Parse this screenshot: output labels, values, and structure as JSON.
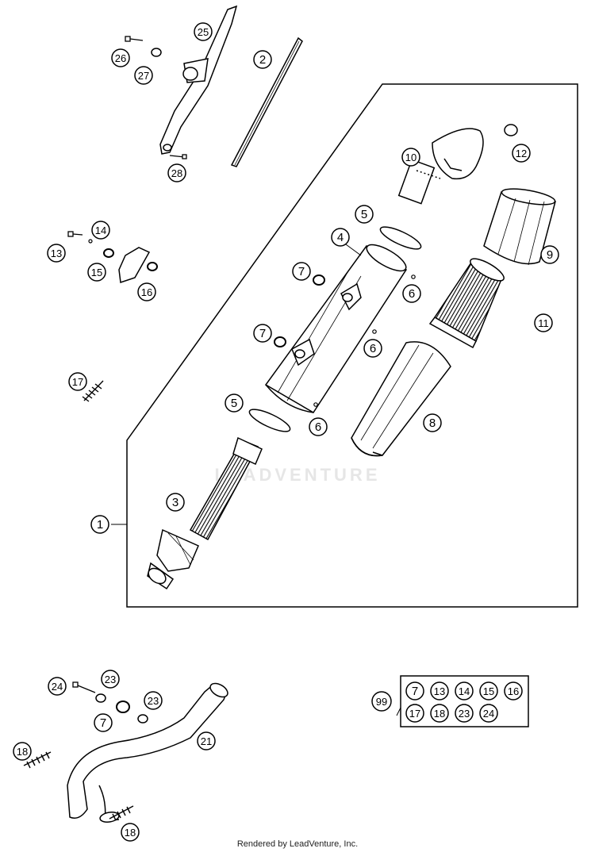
{
  "callouts": {
    "c1": "1",
    "c2": "2",
    "c3": "3",
    "c4": "4",
    "c5a": "5",
    "c5b": "5",
    "c6a": "6",
    "c6b": "6",
    "c6c": "6",
    "c7a": "7",
    "c7b": "7",
    "c7c": "7",
    "c8": "8",
    "c9": "9",
    "c10": "10",
    "c11": "11",
    "c12": "12",
    "c13": "13",
    "c14": "14",
    "c15": "15",
    "c16": "16",
    "c17": "17",
    "c18a": "18",
    "c18b": "18",
    "c21": "21",
    "c23a": "23",
    "c23b": "23",
    "c24": "24",
    "c25": "25",
    "c26": "26",
    "c27": "27",
    "c28": "28"
  },
  "kit": {
    "label": "99",
    "row1": [
      "7",
      "13",
      "14",
      "15",
      "16"
    ],
    "row2": [
      "17",
      "18",
      "23",
      "24"
    ]
  },
  "watermark": "LEADVENTURE",
  "footer": "Rendered by LeadVenture, Inc."
}
